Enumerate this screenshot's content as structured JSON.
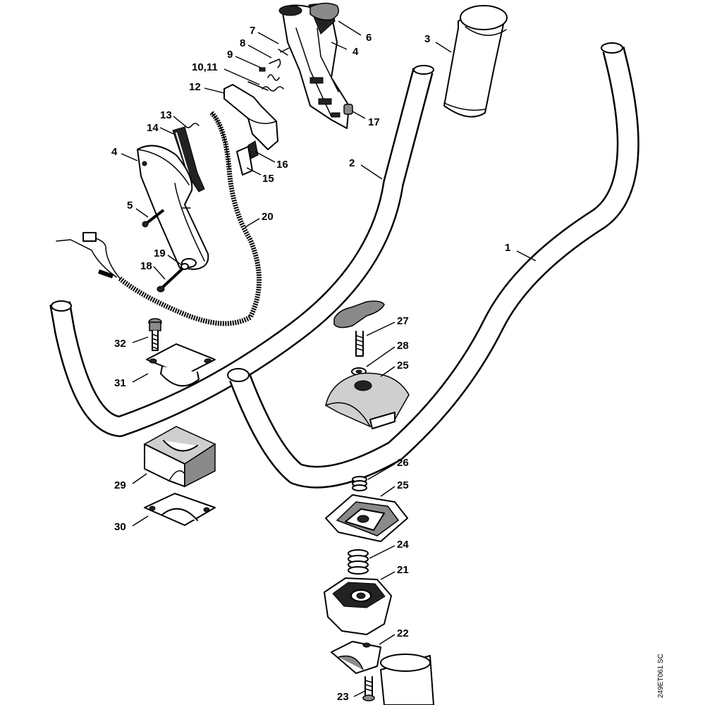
{
  "diagram": {
    "part_labels": [
      {
        "id": "1",
        "text": "1"
      },
      {
        "id": "2",
        "text": "2"
      },
      {
        "id": "3",
        "text": "3"
      },
      {
        "id": "4a",
        "text": "4"
      },
      {
        "id": "4b",
        "text": "4"
      },
      {
        "id": "5",
        "text": "5"
      },
      {
        "id": "6",
        "text": "6"
      },
      {
        "id": "7",
        "text": "7"
      },
      {
        "id": "8",
        "text": "8"
      },
      {
        "id": "9",
        "text": "9"
      },
      {
        "id": "10_11",
        "text": "10,11"
      },
      {
        "id": "12",
        "text": "12"
      },
      {
        "id": "13",
        "text": "13"
      },
      {
        "id": "14",
        "text": "14"
      },
      {
        "id": "15",
        "text": "15"
      },
      {
        "id": "16",
        "text": "16"
      },
      {
        "id": "17",
        "text": "17"
      },
      {
        "id": "18",
        "text": "18"
      },
      {
        "id": "19",
        "text": "19"
      },
      {
        "id": "20",
        "text": "20"
      },
      {
        "id": "21",
        "text": "21"
      },
      {
        "id": "22",
        "text": "22"
      },
      {
        "id": "23",
        "text": "23"
      },
      {
        "id": "24",
        "text": "24"
      },
      {
        "id": "25a",
        "text": "25"
      },
      {
        "id": "25b",
        "text": "25"
      },
      {
        "id": "26",
        "text": "26"
      },
      {
        "id": "27",
        "text": "27"
      },
      {
        "id": "28",
        "text": "28"
      },
      {
        "id": "29",
        "text": "29"
      },
      {
        "id": "30",
        "text": "30"
      },
      {
        "id": "31",
        "text": "31"
      },
      {
        "id": "32",
        "text": "32"
      }
    ],
    "drawing_code": "249ET061 SC"
  }
}
